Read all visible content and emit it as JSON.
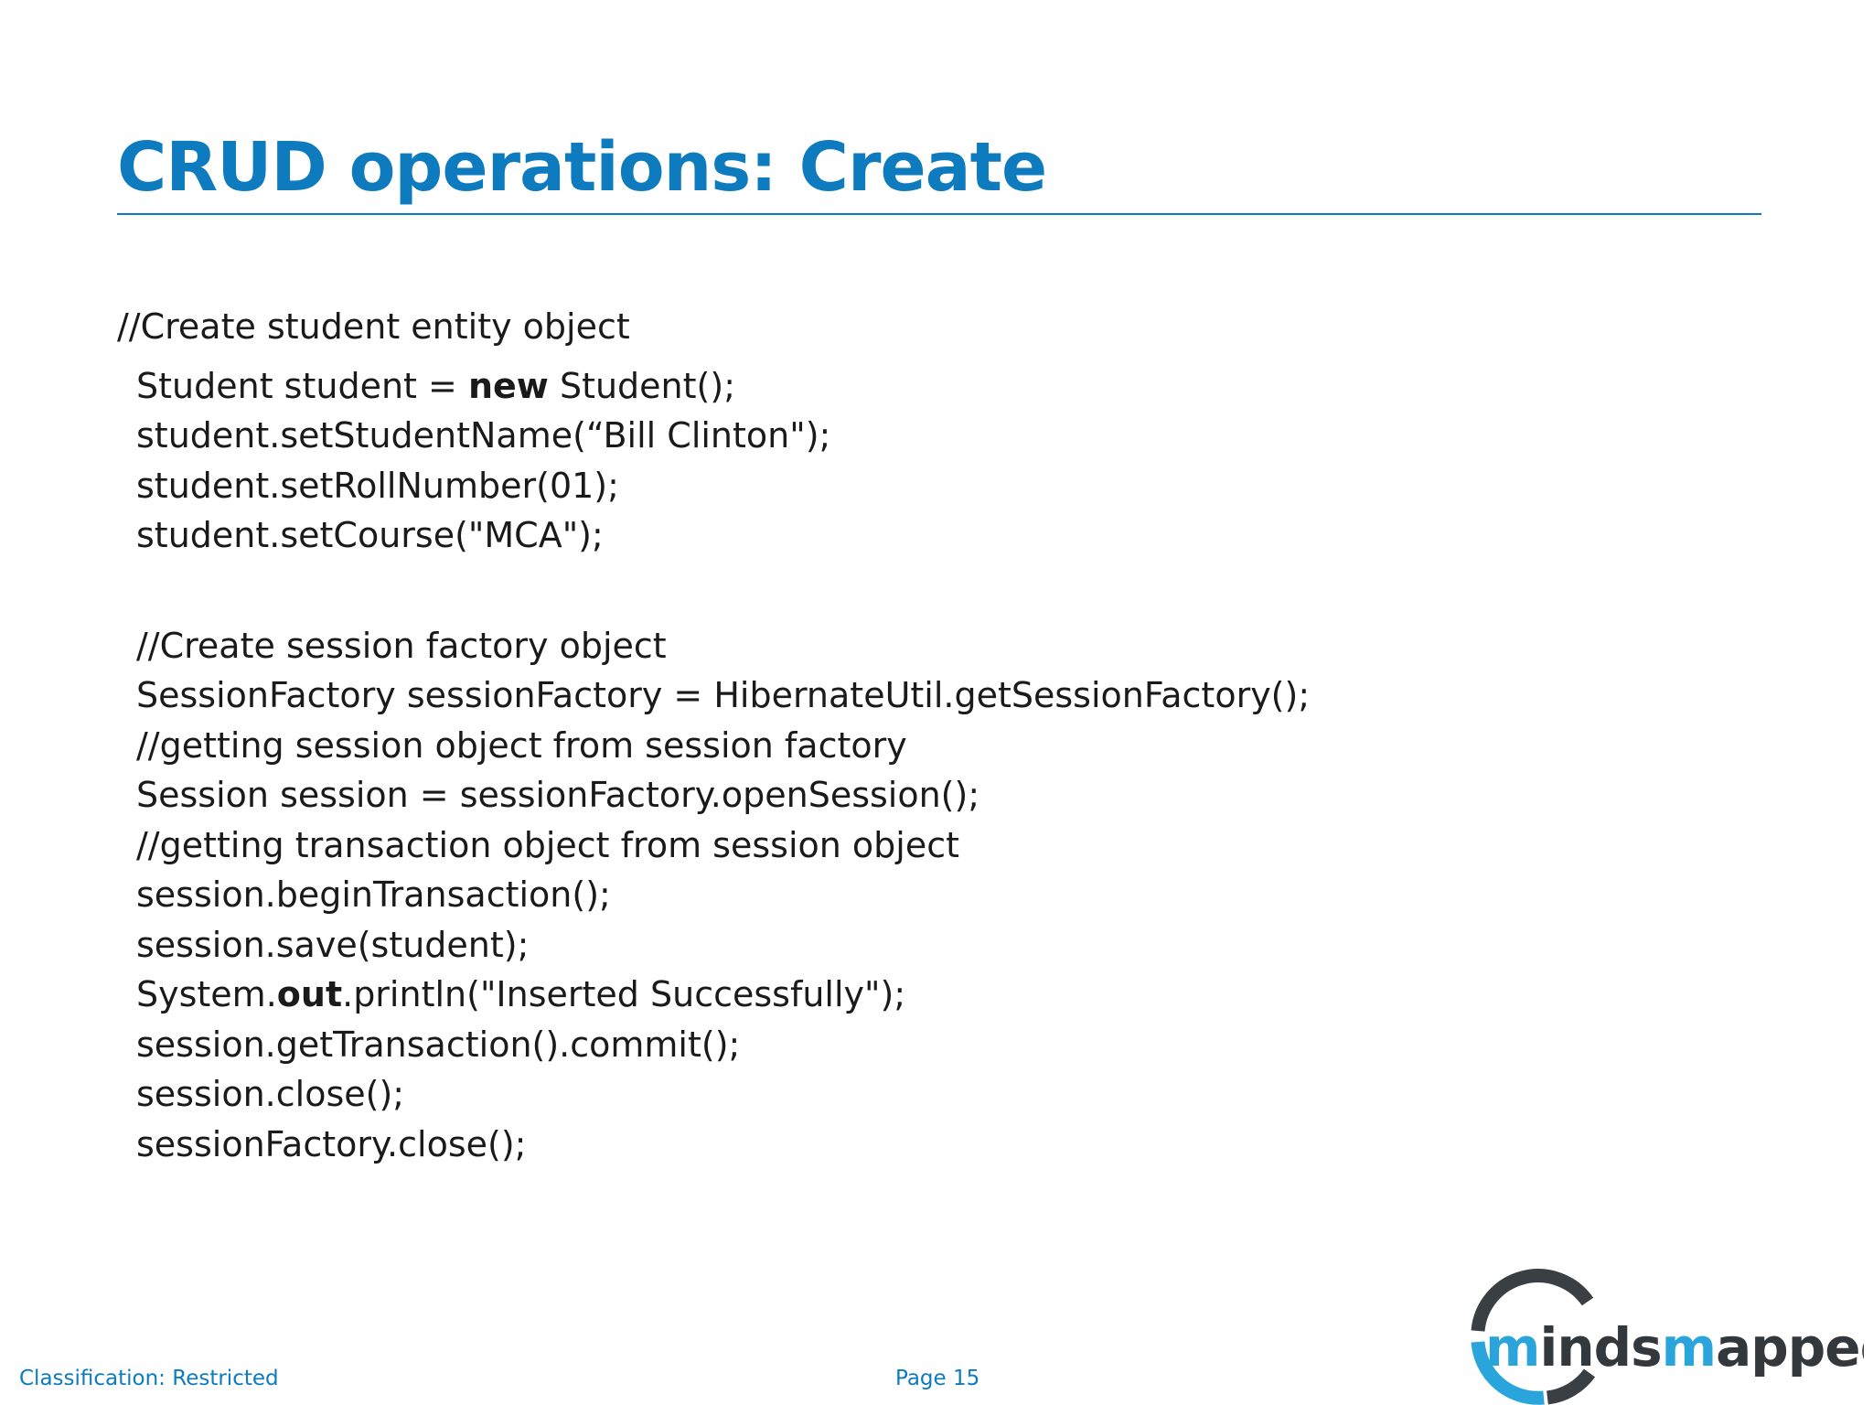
{
  "slide": {
    "title": "CRUD operations: Create",
    "code_lines": [
      {
        "kind": "text",
        "pre": "//Create student entity object"
      },
      {
        "kind": "text",
        "pre": "Student student = ",
        "bold": "new",
        "post": " Student();"
      },
      {
        "kind": "text",
        "pre": "student.setStudentName(“Bill Clinton\");"
      },
      {
        "kind": "text",
        "pre": "student.setRollNumber(01);"
      },
      {
        "kind": "text",
        "pre": "student.setCourse(\"MCA\");"
      },
      {
        "kind": "gap"
      },
      {
        "kind": "text",
        "pre": "//Create session factory object"
      },
      {
        "kind": "text",
        "pre": "SessionFactory sessionFactory = HibernateUtil.getSessionFactory();"
      },
      {
        "kind": "text",
        "pre": "//getting session object from session factory"
      },
      {
        "kind": "text",
        "pre": "Session session = sessionFactory.openSession();"
      },
      {
        "kind": "text",
        "pre": "//getting transaction object from session object"
      },
      {
        "kind": "text",
        "pre": "session.beginTransaction();"
      },
      {
        "kind": "text",
        "pre": "session.save(student);"
      },
      {
        "kind": "text",
        "pre": "System.",
        "bold": "out",
        "post": ".println(\"Inserted Successfully\");"
      },
      {
        "kind": "text",
        "pre": "session.getTransaction().commit();"
      },
      {
        "kind": "text",
        "pre": "session.close();"
      },
      {
        "kind": "text",
        "pre": "sessionFactory.close();"
      }
    ]
  },
  "footer": {
    "classification": "Classification: Restricted",
    "page": "Page 15"
  },
  "logo": {
    "text_mind": "m",
    "text_i": "i",
    "text_nds": "nds",
    "text_m2": "m",
    "text_apped": "apped",
    "ring_color_dark": "#3a3f44",
    "ring_color_blue": "#2aa5dc",
    "text_color_dark": "#33383d",
    "text_color_blue": "#2aa5dc"
  },
  "colors": {
    "accent": "#0e7bbf",
    "body_text": "#1a1a1a",
    "background": "#ffffff"
  }
}
